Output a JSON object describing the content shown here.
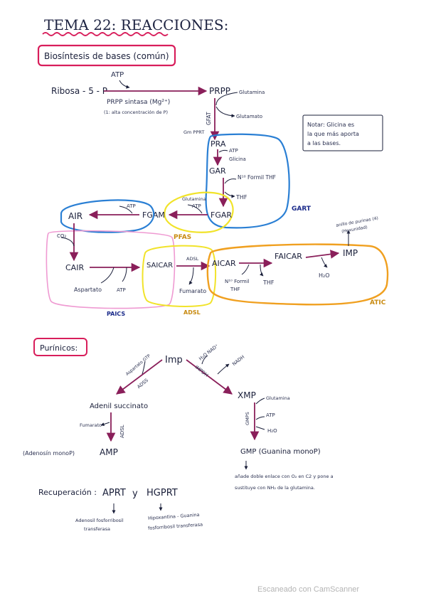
{
  "header": {
    "title": "TEMA 22: REACCIONES:",
    "section1": "Biosíntesis de bases (común)",
    "section2": "Purínicos:"
  },
  "note": [
    "Notar: Glicina es",
    "la que más aporta",
    "a las bases."
  ],
  "pathway": {
    "ribose": "Ribosa - 5 - P",
    "atp_top": "ATP",
    "prpp": "PRPP",
    "prpp_enzyme": "PRPP sintasa (Mg²⁺)",
    "prpp_note": "(1: alta concentración de P)",
    "glutamina1": "Glutamina",
    "glutamato1": "Glutamato",
    "gfat": "GFAT",
    "gmpprt": "Gm PPRT",
    "pra": "PRA",
    "atp_gar": "ATP",
    "glicina": "Glicina",
    "gar": "GAR",
    "n10_thf": "N¹⁰ Formil THF",
    "thf1": "THF",
    "fgar": "FGAR",
    "gart": "GART",
    "glutamina2": "Glutamina",
    "atp_fgam": "ATP",
    "fgam": "FGAM",
    "pfas": "PFAS",
    "atp_air": "ATP",
    "air": "AIR",
    "co2": "CO₂",
    "cair": "CAIR",
    "aspartato": "Aspartato",
    "atp_cair": "ATP",
    "saicar": "SAICAR",
    "paics": "PAICS",
    "adsl_enzyme_top": "ADSL",
    "fumarato": "Fumarato",
    "aicar": "AICAR",
    "adsl": "ADSL",
    "n10_thf2_a": "N¹⁰ Formil",
    "n10_thf2_b": "THF",
    "thf2": "THF",
    "faicar": "FAICAR",
    "h2o": "H₂O",
    "imp": "IMP",
    "atic": "ATIC",
    "imp_note_1": "anillo de purinas (4)",
    "imp_note_2": "(Hexunidad)"
  },
  "purinicos": {
    "imp": "Imp",
    "aspartato_gtp": "Aspartato GTP",
    "adss": "ADSS",
    "h2o_nad": "H₂O  NAD⁺",
    "nadh": "NADH",
    "impdh": "IMPDH",
    "adenil": "Adenil succinato",
    "fumarato": "Fumarato",
    "adsl": "ADSL",
    "amp_label": "(Adenosín monoP)",
    "amp": "AMP",
    "xmp": "XMP",
    "glutamina": "Glutamina",
    "gmps": "GMPS",
    "atp": "ATP",
    "h2o": "H₂O",
    "gmp": "GMP (Guanina monoP)",
    "gmp_note_1": "añade doble enlace con O₂ en C2 y pone a",
    "gmp_note_2": "sustituye con NH₂ de la glutamina."
  },
  "recuperacion": {
    "label": "Recuperación :",
    "aprt": "APRT",
    "y": "y",
    "hgprt": "HGPRT",
    "aprt_note_1": "Adenosil fosforribosil",
    "aprt_note_2": "transferasa",
    "hgprt_note_1": "Hipoxantina - Guanina",
    "hgprt_note_2": "fosforribosil transferasa"
  },
  "watermark": "Escaneado con CamScanner",
  "colors": {
    "ink": "#1a1f3a",
    "arrow": "#8a1f5a",
    "red": "#d81e5b",
    "blue": "#2a7fd4",
    "yellow": "#f1e32a",
    "pink": "#ef9ad2",
    "orange": "#f0a020",
    "navy": "#1a2a8a",
    "gold": "#c88a10"
  }
}
